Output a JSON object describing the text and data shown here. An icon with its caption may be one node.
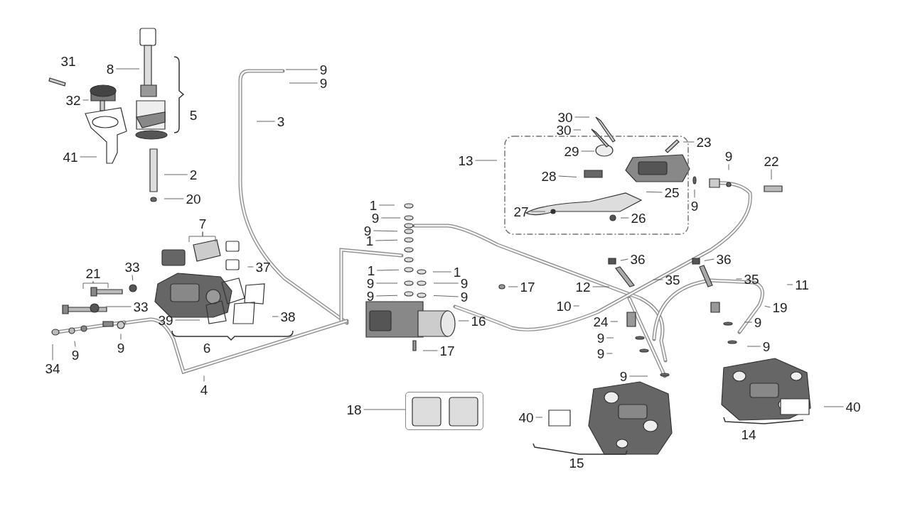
{
  "diagram": {
    "nodes": [
      {
        "text": [
          "8"
        ]
      },
      {
        "text": [
          "32"
        ]
      },
      {
        "text": [
          "41"
        ]
      },
      {
        "text": [
          "2"
        ]
      },
      {
        "text": [
          "20"
        ]
      },
      {
        "text": [
          "9"
        ]
      },
      {
        "text": [
          "9"
        ]
      },
      {
        "text": [
          "3"
        ]
      },
      {
        "text": [
          "7"
        ]
      },
      {
        "text": [
          "37"
        ]
      },
      {
        "text": [
          "21"
        ]
      },
      {
        "text": [
          "33"
        ]
      },
      {
        "text": [
          "33"
        ]
      },
      {
        "text": [
          "39"
        ]
      },
      {
        "text": [
          "38"
        ]
      },
      {
        "text": [
          "34"
        ]
      },
      {
        "text": [
          "9"
        ]
      },
      {
        "text": [
          "9"
        ]
      },
      {
        "text": [
          "4"
        ]
      },
      {
        "text": [
          "1"
        ]
      },
      {
        "text": [
          "9"
        ]
      },
      {
        "text": [
          "9"
        ]
      },
      {
        "text": [
          "1"
        ]
      },
      {
        "text": [
          "1"
        ]
      },
      {
        "text": [
          "1"
        ]
      },
      {
        "text": [
          "9"
        ]
      },
      {
        "text": [
          "9"
        ]
      },
      {
        "text": [
          "9"
        ]
      },
      {
        "text": [
          "9"
        ]
      },
      {
        "text": [
          "17"
        ]
      },
      {
        "text": [
          "16"
        ]
      },
      {
        "text": [
          "17"
        ]
      },
      {
        "text": [
          "12"
        ]
      },
      {
        "text": [
          "10"
        ]
      },
      {
        "text": [
          "30"
        ]
      },
      {
        "text": [
          "30"
        ]
      },
      {
        "text": [
          "29"
        ]
      },
      {
        "text": [
          "23"
        ]
      },
      {
        "text": [
          "13"
        ]
      },
      {
        "text": [
          "28"
        ]
      },
      {
        "text": [
          "25"
        ]
      },
      {
        "text": [
          "27"
        ]
      },
      {
        "text": [
          "26"
        ]
      },
      {
        "text": [
          "9"
        ]
      },
      {
        "text": [
          "22"
        ]
      },
      {
        "text": [
          "9"
        ]
      },
      {
        "text": [
          "36"
        ]
      },
      {
        "text": [
          "36"
        ]
      },
      {
        "text": [
          "35"
        ]
      },
      {
        "text": [
          "35"
        ]
      },
      {
        "text": [
          "11"
        ]
      },
      {
        "text": [
          "19"
        ]
      },
      {
        "text": [
          "24"
        ]
      },
      {
        "text": [
          "9"
        ]
      },
      {
        "text": [
          "9"
        ]
      },
      {
        "text": [
          "9"
        ]
      },
      {
        "text": [
          "9"
        ]
      },
      {
        "text": [
          "9"
        ]
      },
      {
        "text": [
          "18"
        ]
      },
      {
        "text": [],
        "shape": "box"
      },
      {
        "text": [
          "40"
        ]
      },
      {
        "text": [
          "40"
        ]
      }
    ],
    "edges": [
      {
        "from": 0,
        "to": null,
        "arrow": "none"
      },
      {
        "from": 1,
        "to": null,
        "arrow": "none"
      },
      {
        "from": 2,
        "to": null,
        "arrow": "none"
      },
      {
        "from": 3,
        "to": null,
        "arrow": "none"
      },
      {
        "from": 4,
        "to": null,
        "arrow": "none"
      },
      {
        "from": 5,
        "to": null,
        "arrow": "none"
      },
      {
        "from": 6,
        "to": null,
        "arrow": "none"
      },
      {
        "from": 7,
        "to": null,
        "arrow": "none"
      },
      {
        "from": 8,
        "to": null,
        "arrow": "none"
      },
      {
        "from": 8,
        "to": null,
        "arrow": "none"
      },
      {
        "from": 9,
        "to": null,
        "arrow": "none"
      },
      {
        "from": 10,
        "to": null,
        "arrow": "none"
      },
      {
        "from": 10,
        "to": null,
        "arrow": "none"
      },
      {
        "from": 11,
        "to": null,
        "arrow": "none"
      },
      {
        "from": 12,
        "to": null,
        "arrow": "none"
      },
      {
        "from": 13,
        "to": null,
        "arrow": "none"
      },
      {
        "from": 14,
        "to": null,
        "arrow": "none"
      },
      {
        "from": 15,
        "to": null,
        "arrow": "none"
      },
      {
        "from": 16,
        "to": null,
        "arrow": "none"
      },
      {
        "from": 17,
        "to": null,
        "arrow": "none"
      },
      {
        "from": 18,
        "to": null,
        "arrow": "none"
      },
      {
        "from": 19,
        "to": null,
        "arrow": "none"
      },
      {
        "from": 20,
        "to": null,
        "arrow": "none"
      },
      {
        "from": 21,
        "to": null,
        "arrow": "none"
      },
      {
        "from": 22,
        "to": null,
        "arrow": "none"
      },
      {
        "from": 23,
        "to": null,
        "arrow": "none"
      },
      {
        "from": 24,
        "to": null,
        "arrow": "none"
      },
      {
        "from": 25,
        "to": null,
        "arrow": "none"
      },
      {
        "from": 26,
        "to": null,
        "arrow": "none"
      },
      {
        "from": 27,
        "to": null,
        "arrow": "none"
      },
      {
        "from": 28,
        "to": null,
        "arrow": "none"
      },
      {
        "from": 29,
        "to": null,
        "arrow": "none"
      },
      {
        "from": 30,
        "to": null,
        "arrow": "none"
      },
      {
        "from": 31,
        "to": null,
        "arrow": "none"
      },
      {
        "from": 32,
        "to": null,
        "arrow": "none"
      },
      {
        "from": 33,
        "to": null,
        "arrow": "none"
      },
      {
        "from": 34,
        "to": null,
        "arrow": "none"
      },
      {
        "from": 35,
        "to": null,
        "arrow": "none"
      },
      {
        "from": 36,
        "to": null,
        "arrow": "none"
      },
      {
        "from": 37,
        "to": null,
        "arrow": "none"
      },
      {
        "from": 38,
        "to": null,
        "arrow": "none"
      },
      {
        "from": 39,
        "to": null,
        "arrow": "none"
      },
      {
        "from": 40,
        "to": null,
        "arrow": "none"
      },
      {
        "from": 41,
        "to": null,
        "arrow": "none"
      },
      {
        "from": 42,
        "to": null,
        "arrow": "none"
      },
      {
        "from": 43,
        "to": null,
        "arrow": "none"
      },
      {
        "from": 44,
        "to": null,
        "arrow": "none"
      },
      {
        "from": 45,
        "to": null,
        "arrow": "none"
      },
      {
        "from": 46,
        "to": null,
        "arrow": "none"
      },
      {
        "from": 47,
        "to": null,
        "arrow": "none"
      },
      {
        "from": 48,
        "to": null,
        "arrow": "none"
      },
      {
        "from": 49,
        "to": null,
        "arrow": "none"
      },
      {
        "from": 50,
        "to": null,
        "arrow": "none"
      },
      {
        "from": 51,
        "to": null,
        "arrow": "none"
      },
      {
        "from": 52,
        "to": null,
        "arrow": "none"
      },
      {
        "from": 53,
        "to": null,
        "arrow": "none"
      },
      {
        "from": 54,
        "to": null,
        "arrow": "none"
      },
      {
        "from": 55,
        "to": null,
        "arrow": "none"
      },
      {
        "from": 56,
        "to": null,
        "arrow": "none"
      },
      {
        "from": 57,
        "to": null,
        "arrow": "none"
      },
      {
        "from": 58,
        "to": 59,
        "arrow": "none"
      },
      {
        "from": 60,
        "to": null,
        "arrow": "none"
      },
      {
        "from": 61,
        "to": null,
        "arrow": "none"
      }
    ],
    "labels": [
      "31",
      "5",
      "6",
      "14",
      "15"
    ]
  }
}
